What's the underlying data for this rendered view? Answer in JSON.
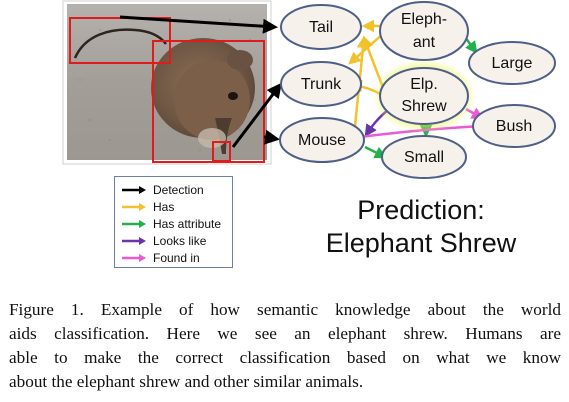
{
  "figure": {
    "image_alt": "elephant shrew photo",
    "nodes": {
      "tail": "Tail",
      "trunk": "Trunk",
      "mouse": "Mouse",
      "elephant_line1": "Eleph-",
      "elephant_line2": "ant",
      "large": "Large",
      "elp_shrew_line1": "Elp.",
      "elp_shrew_line2": "Shrew",
      "bush": "Bush",
      "small": "Small"
    },
    "legend": [
      {
        "label": "Detection",
        "color": "#000000"
      },
      {
        "label": "Has",
        "color": "#f2c12e"
      },
      {
        "label": "Has attribute",
        "color": "#22b04a"
      },
      {
        "label": "Looks like",
        "color": "#6a35a8"
      },
      {
        "label": "Found in",
        "color": "#e95bd2"
      }
    ],
    "prediction_line1": "Prediction:",
    "prediction_line2": "Elephant Shrew"
  },
  "caption": {
    "line1": "Figure 1. Example of how semantic knowledge about the world",
    "line2": "aids classification. Here we see an elephant shrew. Humans are",
    "line3": "able to make the correct classification based on what we know",
    "line4": "about the elephant shrew and other similar animals."
  },
  "colors": {
    "detection": "#000000",
    "has": "#f2c12e",
    "has_attribute": "#22b04a",
    "looks_like": "#6a35a8",
    "found_in": "#e95bd2",
    "node_fill": "#f6f1ea",
    "node_stroke": "#4d5f86",
    "box_red": "#e01b1b",
    "highlight": "#e7ee5a"
  }
}
